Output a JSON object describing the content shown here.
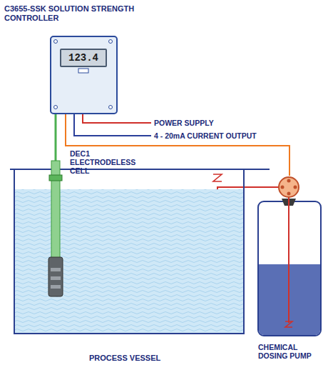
{
  "diagram": {
    "nodes": [
      {
        "text": [
          "C3655-SSK SOLUTION STRENGTH CONTROLLER"
        ]
      },
      {
        "text": [
          "123.4"
        ],
        "in": 0
      },
      {
        "text": [
          "PROCESS VESSEL"
        ]
      },
      {
        "text": [
          "DEC1 ELECTRODELESS CELL"
        ],
        "in": 2
      },
      {
        "text": [
          "CHEMICAL DOSING PUMP"
        ]
      }
    ],
    "edges": [
      {
        "from": 0,
        "to": 3,
        "arrow": "none"
      },
      {
        "from": 0,
        "to": 4,
        "arrow": "none"
      }
    ],
    "labels": [
      "POWER SUPPLY",
      "4 - 20mA CURRENT OUTPUT"
    ]
  }
}
